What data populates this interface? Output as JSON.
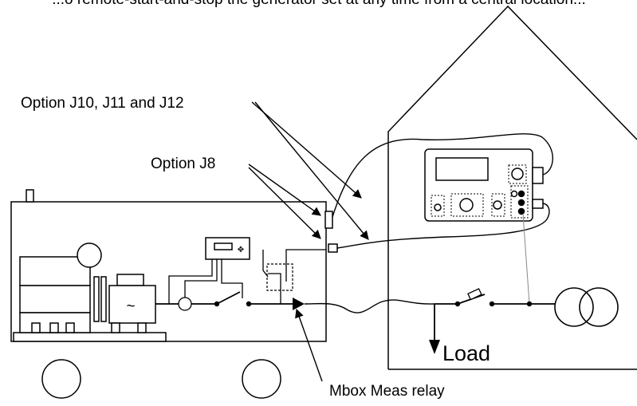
{
  "header": {
    "cropped_text": "...o remote-start-and-stop the generator set at any time from a central location..."
  },
  "labels": {
    "option_j10_j11_j12": "Option J10, J11 and J12",
    "option_j8": "Option J8",
    "load": "Load",
    "mbox_meas_relay": "Mbox Meas relay"
  },
  "icons": {
    "generator_symbol": "~"
  }
}
